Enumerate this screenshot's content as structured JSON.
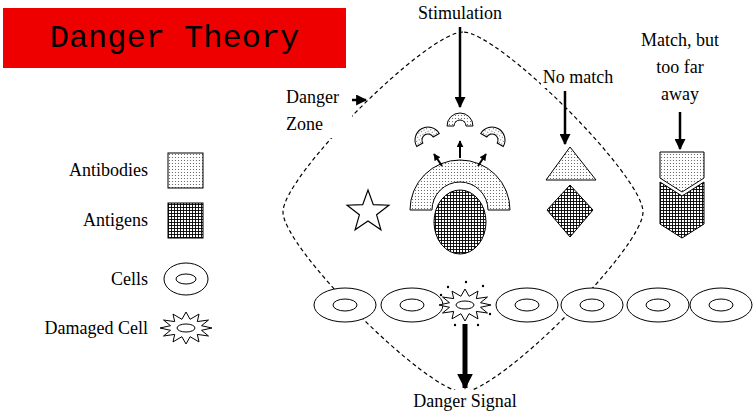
{
  "diagram": {
    "title": "Danger Theory",
    "labels": [
      "Stimulation",
      "Danger Zone",
      "No match",
      "Match, but too far away",
      "Danger Signal"
    ],
    "legend": [
      {
        "text": "Antibodies"
      },
      {
        "text": "Antigens"
      },
      {
        "text": "Cells"
      },
      {
        "text": "Damaged Cell"
      }
    ]
  }
}
